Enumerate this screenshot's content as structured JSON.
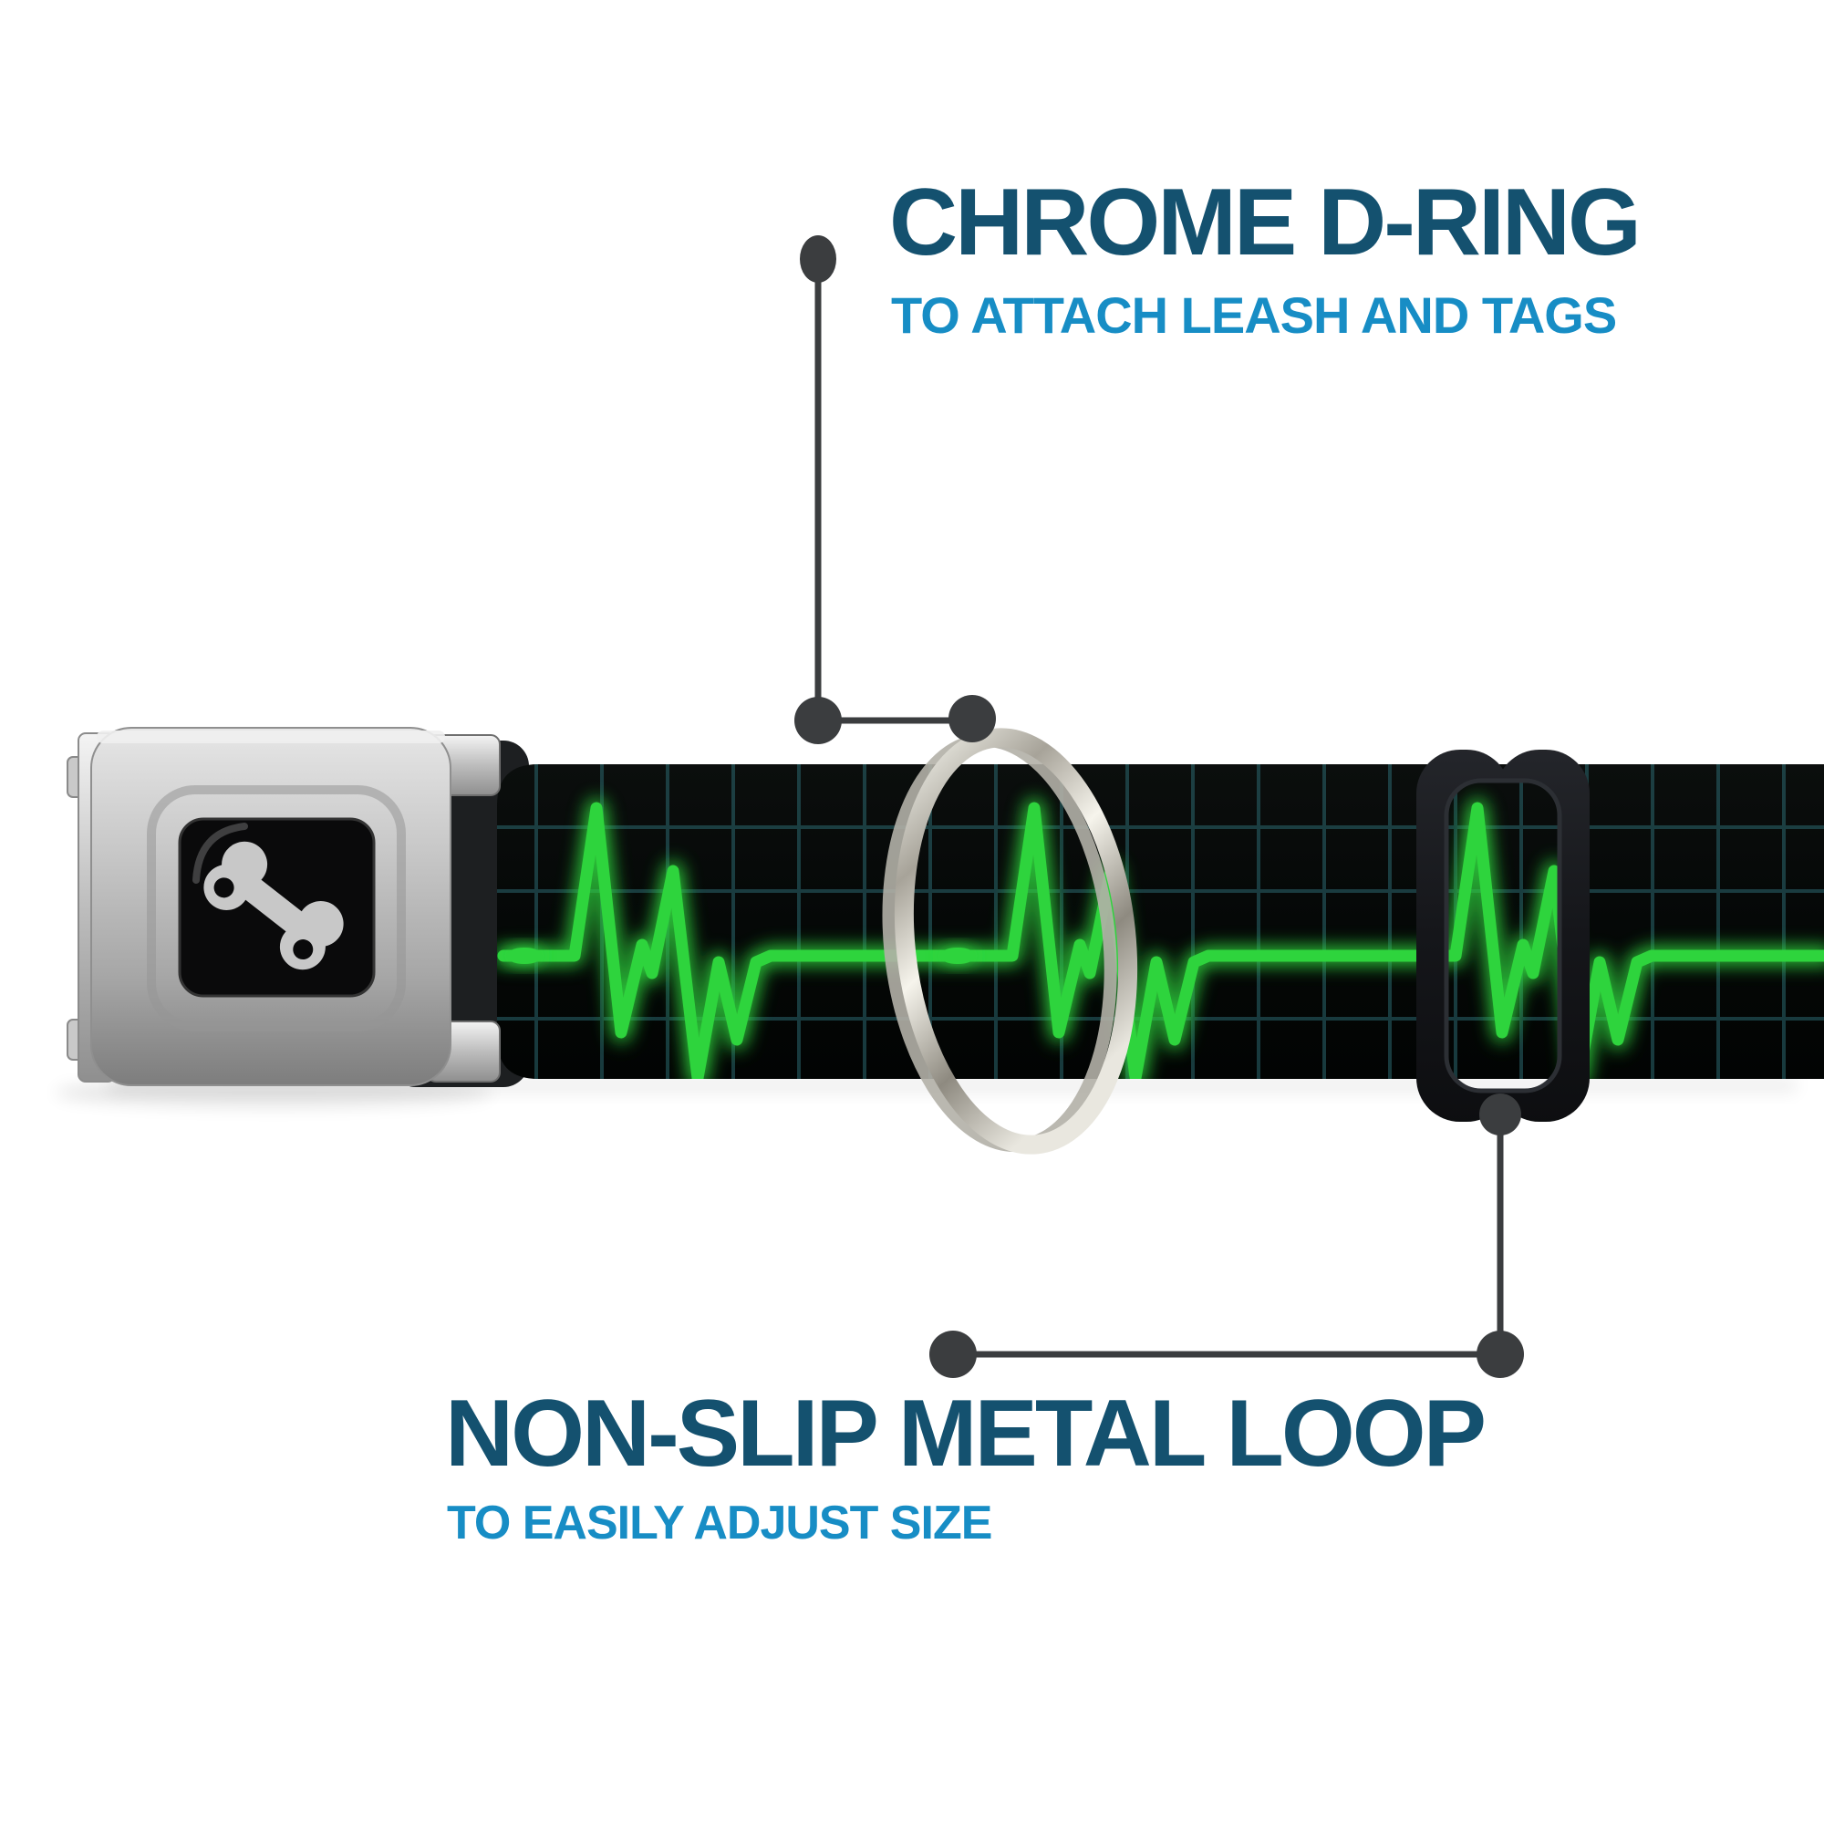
{
  "annotations": {
    "top": {
      "title": "CHROME D-RING",
      "subtitle": "TO ATTACH LEASH AND TAGS"
    },
    "bottom": {
      "title": "NON-SLIP METAL LOOP",
      "subtitle": "TO EASILY ADJUST SIZE"
    }
  },
  "collar": {
    "buckle_logo_icon": "dog-bone-icon",
    "strap_pattern": "green EKG heartbeat line on black grid webbing"
  },
  "colors": {
    "background": "#ffffff",
    "title_text": "#14516F",
    "subtitle_text": "#178DC5",
    "callout": "#3B3D3F",
    "ekg_green": "#2FD43C",
    "grid_teal": "#2E7078",
    "strap": "#060908",
    "logo_bone": "#C8C8C8"
  }
}
